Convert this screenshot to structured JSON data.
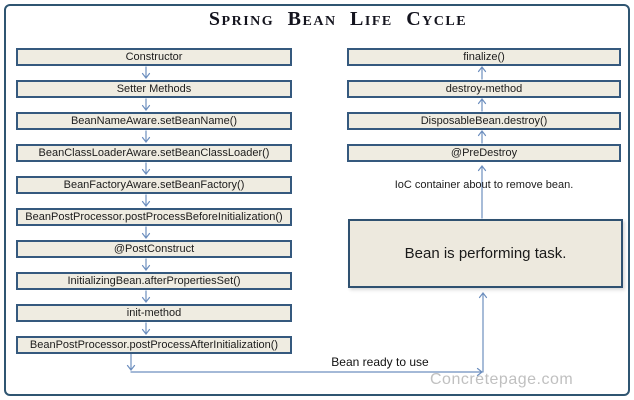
{
  "diagram": {
    "title": "Spring Bean Life Cycle",
    "creation_flow": [
      "Constructor",
      "Setter Methods",
      "BeanNameAware.setBeanName()",
      "BeanClassLoaderAware.setBeanClassLoader()",
      "BeanFactoryAware.setBeanFactory()",
      "BeanPostProcessor.postProcessBeforeInitialization()",
      "@PostConstruct",
      "InitializingBean.afterPropertiesSet()",
      "init-method",
      "BeanPostProcessor.postProcessAfterInitialization()"
    ],
    "destruction_flow": [
      "finalize()",
      "destroy-method",
      "DisposableBean.destroy()",
      "@PreDestroy"
    ],
    "ioc_note": "IoC container about to remove bean.",
    "task_box": "Bean is performing task.",
    "ready_label": "Bean ready to use",
    "watermark": "Concretepage.com"
  },
  "colors": {
    "outer_border": "#2F5571",
    "box_border": "#35597E",
    "box_fill": "#EFECE1",
    "task_box_fill": "#EDE9DE",
    "arrow": "#6D8FBF",
    "text": "#1C1C1C",
    "watermark": "#C0C0C0"
  }
}
